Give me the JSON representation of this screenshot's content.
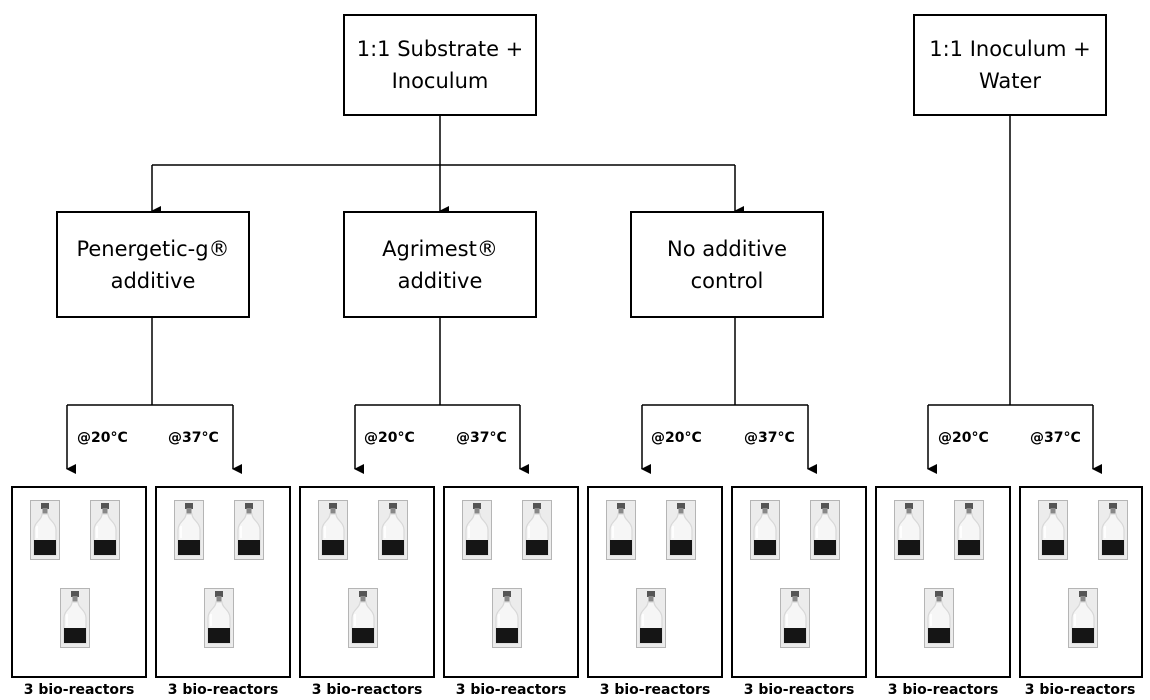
{
  "top_nodes": {
    "substrate_inoculum": "1:1 Substrate +\nInoculum",
    "inoculum_water": "1:1 Inoculum +\nWater"
  },
  "treatments": {
    "penergetic": "Penergetic-g®\nadditive",
    "agrimest": "Agrimest®\nadditive",
    "control": "No additive\ncontrol"
  },
  "temperatures": [
    "@20°C",
    "@37°C",
    "@20°C",
    "@37°C",
    "@20°C",
    "@37°C",
    "@20°C",
    "@37°C"
  ],
  "reactor_groups": [
    "3 bio-reactors",
    "3 bio-reactors",
    "3 bio-reactors",
    "3 bio-reactors",
    "3 bio-reactors",
    "3 bio-reactors",
    "3 bio-reactors",
    "3 bio-reactors"
  ],
  "reactor_icon": "glass-bottle-with-dark-liquid-icon",
  "colors": {
    "line": "#000000",
    "liquid": "#151515",
    "glass": "#d8d8d8"
  }
}
